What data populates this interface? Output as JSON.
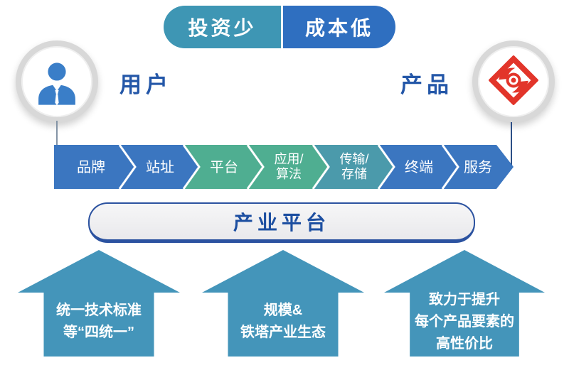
{
  "top_pills": [
    {
      "label": "投资少",
      "color": "#3E96B4"
    },
    {
      "label": "成本低",
      "color": "#2F6FC0"
    }
  ],
  "left_entity": {
    "label": "用户"
  },
  "right_entity": {
    "label": "产品"
  },
  "chain": {
    "segments": [
      {
        "lines": [
          "品牌"
        ],
        "color": "#3B76C0"
      },
      {
        "lines": [
          "站址"
        ],
        "color": "#3B76C0"
      },
      {
        "lines": [
          "平台"
        ],
        "color": "#4FAE91"
      },
      {
        "lines": [
          "应用/",
          "算法"
        ],
        "color": "#4FAE91"
      },
      {
        "lines": [
          "传输/",
          "存储"
        ],
        "color": "#4B9AAB"
      },
      {
        "lines": [
          "终端"
        ],
        "color": "#3B76C0"
      },
      {
        "lines": [
          "服务"
        ],
        "color": "#3B76C0"
      }
    ]
  },
  "platform_box": {
    "label": "产业平台"
  },
  "arrows": [
    {
      "lines": [
        "统一技术标准",
        "等“四统一”"
      ]
    },
    {
      "lines": [
        "规模&",
        "铁塔产业生态"
      ]
    },
    {
      "lines": [
        "致力于提升",
        "每个产品要素的",
        "高性价比"
      ]
    }
  ],
  "colors": {
    "benefit_arrow": "#4495BA",
    "entity_label_blue": "#2457A8",
    "platform_border_blue": "#2B52A0",
    "platform_text_blue": "#1D4FA1",
    "logo_red": "#E2352A",
    "user_icon_blue": "#3A7EC8",
    "connector_left": "#8494A6",
    "connector_right": "#2C4F86"
  }
}
